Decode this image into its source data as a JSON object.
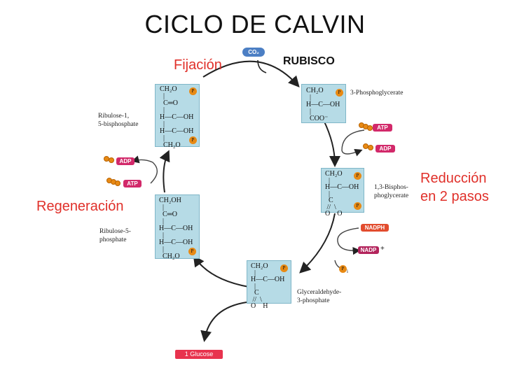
{
  "title": "CICLO DE CALVIN",
  "labels": {
    "fijacion": "Fijación",
    "rubisco": "RUBISCO",
    "reduccion_1": "Reducción",
    "reduccion_2": "en 2 pasos",
    "regeneracion": "Regeneración"
  },
  "molecules": {
    "co2": "CO₂",
    "ribulose_bis_1": "Ribulose-1,",
    "ribulose_bis_2": "5-bisphosphate",
    "phosphoglycerate": "3-Phosphoglycerate",
    "bisphos_1": "1,3-Bisphos-",
    "bisphos_2": "phoglycerate",
    "ribulose5_1": "Ribulose-5-",
    "ribulose5_2": "phosphate",
    "glyceraldehyde_1": "Glyceraldehyde-",
    "glyceraldehyde_2": "3-phosphate"
  },
  "structures": {
    "rubp": "CH₂O\n  |\n  C═O\n  |\nH—C—OH\n  |\nH—C—OH\n  |\n  CH₂O",
    "pga": "CH₂O\n  |\nH—C—OH\n  |\n  COO⁻",
    "bpg": "CH₂O\n  |\nH—C—OH\n  |\n  C\n //  \\\nO    O",
    "ru5p": "CH₂OH\n  |\n  C═O\n  |\nH—C—OH\n  |\nH—C—OH\n  |\n  CH₂O",
    "g3p": "CH₂O\n  |\nH—C—OH\n  |\n  C\n //  \\\nO    H"
  },
  "phosphate_symbol": "P",
  "cofactors": {
    "atp_top": "ATP",
    "adp_top": "ADP",
    "nadph": "NADPH",
    "nadp": "NADP",
    "nadp_plus": "+",
    "adp_left": "ADP",
    "atp_left": "ATP",
    "glucose": "1 Glucose",
    "pi": "P",
    "pi_sub": "i"
  },
  "colors": {
    "red_label": "#e0302a",
    "box_fill": "#b6dbe6",
    "atp_pill": "#d2296a",
    "nadph_pill": "#e24c2e",
    "nadp_pill": "#b3245c",
    "glucose_pill": "#e8334e",
    "co2_pill": "#4c7fc4"
  }
}
